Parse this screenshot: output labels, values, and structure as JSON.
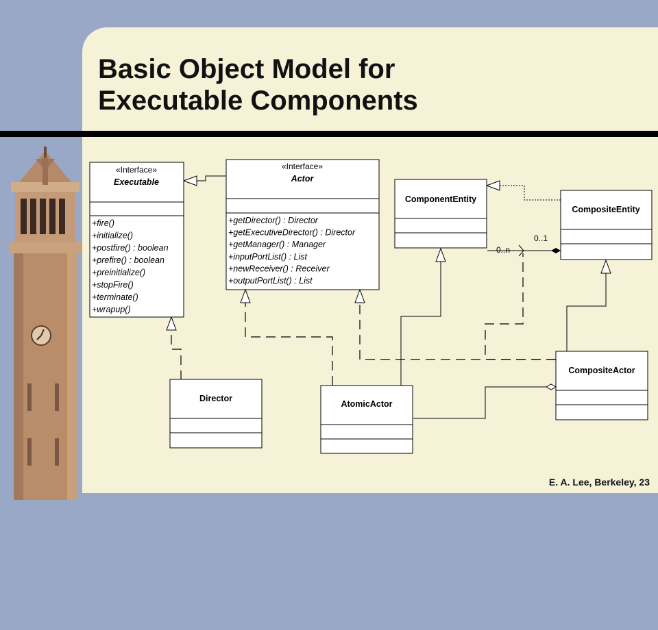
{
  "slide": {
    "title_line1": "Basic Object Model for",
    "title_line2": "Executable Components",
    "footer": "E. A. Lee, Berkeley, 23"
  },
  "diagram": {
    "executable": {
      "stereotype": "«Interface»",
      "name": "Executable",
      "methods": [
        "+fire()",
        "+initialize()",
        "+postfire() : boolean",
        "+prefire() : boolean",
        "+preinitialize()",
        "+stopFire()",
        "+terminate()",
        "+wrapup()"
      ]
    },
    "actor": {
      "stereotype": "«Interface»",
      "name": "Actor",
      "methods": [
        "+getDirector() : Director",
        "+getExecutiveDirector() : Director",
        "+getManager() : Manager",
        "+inputPortList() : List",
        "+newReceiver() : Receiver",
        "+outputPortList() : List"
      ]
    },
    "component_entity": {
      "name": "ComponentEntity"
    },
    "composite_entity": {
      "name": "CompositeEntity"
    },
    "director": {
      "name": "Director"
    },
    "atomic_actor": {
      "name": "AtomicActor"
    },
    "composite_actor": {
      "name": "CompositeActor"
    },
    "multiplicity": {
      "many": "0..n",
      "one": "0..1"
    }
  }
}
